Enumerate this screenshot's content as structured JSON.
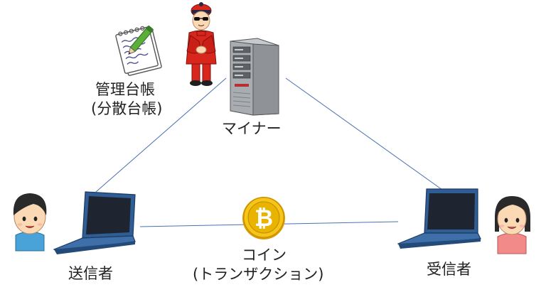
{
  "ledger_label": "管理台帳",
  "ledger_sublabel": "(分散台帳)",
  "miner_label": "マイナー",
  "sender_label": "送信者",
  "receiver_label": "受信者",
  "coin_label": "コイン",
  "coin_sublabel": "(トランザクション)",
  "coin_symbol": "₿",
  "colors": {
    "line": "#4a72b0",
    "coin": "#e8b400",
    "laptop": "#2f5d95",
    "server": "#8f9397",
    "miner_suit": "#d9261c"
  },
  "icons": {
    "ledger": "notepad-pen-icon",
    "miner": "miner-person-icon",
    "server": "server-tower-icon",
    "laptop": "laptop-icon",
    "coin": "bitcoin-icon",
    "sender": "boy-avatar-icon",
    "receiver": "girl-avatar-icon"
  }
}
